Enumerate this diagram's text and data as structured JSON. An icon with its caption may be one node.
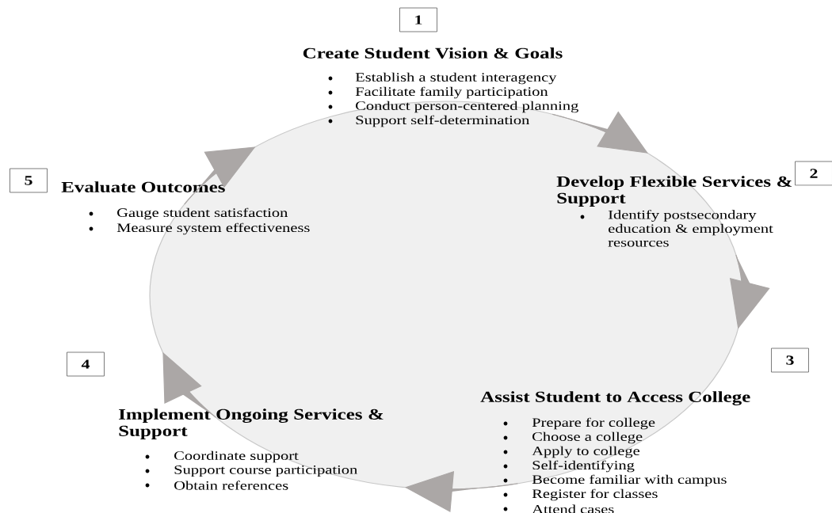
{
  "diagram": {
    "nodes": [
      {
        "text": [
          "1"
        ],
        "beside": [
          "Create Student Vision & Goals",
          "Establish a student interagency",
          "Facilitate family participation",
          "Conduct person-centered planning",
          "Support self-determination"
        ]
      },
      {
        "text": [
          "2"
        ],
        "beside": [
          "Develop Flexible Services & Support",
          "Identify postsecondary education & employment resources"
        ]
      },
      {
        "text": [
          "3"
        ],
        "beside": [
          "Assist Student to Access College",
          "Prepare for college",
          "Choose a college",
          "Apply to college",
          "Self-identifying",
          "Become familiar with campus",
          "Register for classes",
          "Attend cases"
        ]
      },
      {
        "text": [
          "4"
        ],
        "beside": [
          "Implement Ongoing Services & Support",
          "Coordinate support",
          "Support course participation",
          "Obtain references"
        ]
      },
      {
        "text": [
          "5"
        ],
        "beside": [
          "Evaluate Outcomes",
          "Gauge student satisfaction",
          "Measure system effectiveness"
        ]
      }
    ]
  }
}
